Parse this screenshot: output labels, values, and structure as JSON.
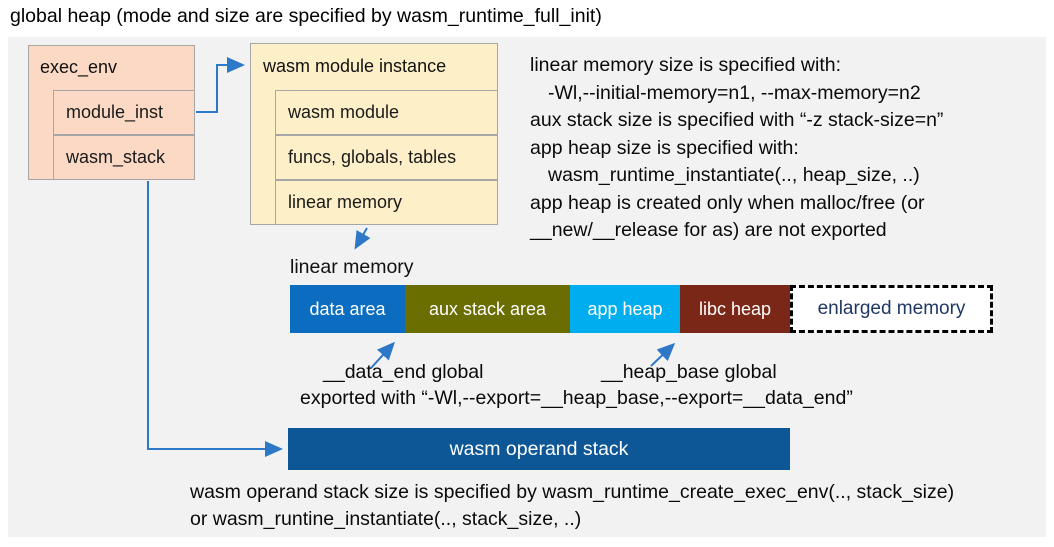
{
  "title": "global heap (mode and size are specified by wasm_runtime_full_init)",
  "exec_env": {
    "header": "exec_env",
    "fields": [
      {
        "label": "module_inst"
      },
      {
        "label": "wasm_stack"
      }
    ]
  },
  "module_instance": {
    "header": "wasm module instance",
    "fields": [
      {
        "label": "wasm module"
      },
      {
        "label": "funcs, globals, tables"
      },
      {
        "label": "linear memory"
      }
    ]
  },
  "notes_right": {
    "line1": "linear memory size is specified with:",
    "line2": "-Wl,--initial-memory=n1, --max-memory=n2",
    "line3": "aux stack size is specified with “-z stack-size=n”",
    "line4": "app heap size is specified with:",
    "line5": "wasm_runtime_instantiate(.., heap_size, ..)",
    "line6": "app heap is created only when malloc/free (or",
    "line7": "__new/__release for as) are not exported"
  },
  "linear_memory": {
    "label": "linear memory",
    "segments": [
      {
        "label": "data area",
        "bg": "#0C6DC0",
        "fg": "#FFFFFF"
      },
      {
        "label": "aux stack area",
        "bg": "#6A6D00",
        "fg": "#FFFFFF"
      },
      {
        "label": "app heap",
        "bg": "#00AEEF",
        "fg": "#FFFFFF"
      },
      {
        "label": "libc heap",
        "bg": "#7B2717",
        "fg": "#FFFFFF"
      },
      {
        "label": "enlarged memory",
        "bg": "#FFFFFF",
        "fg": "#1F3864",
        "border": "dashed"
      }
    ]
  },
  "globals_notes": {
    "data_end": "__data_end global",
    "heap_base": "__heap_base global",
    "exported": "exported with “-Wl,--export=__heap_base,--export=__data_end”"
  },
  "operand_stack": {
    "label": "wasm operand stack",
    "note_line1": "wasm operand stack size is specified by wasm_runtime_create_exec_env(.., stack_size)",
    "note_line2": "or wasm_runtine_instantiate(.., stack_size, ..)"
  },
  "colors": {
    "panel_bg": "#F2F2F2",
    "exec_env_bg": "#FBD9C5",
    "module_instance_bg": "#FDF0C8",
    "box_border": "#A6A6A6",
    "connector_blue": "#2E78C8",
    "operand_stack_bg": "#0E5796",
    "enlarged_memory_text": "#1F3864"
  }
}
